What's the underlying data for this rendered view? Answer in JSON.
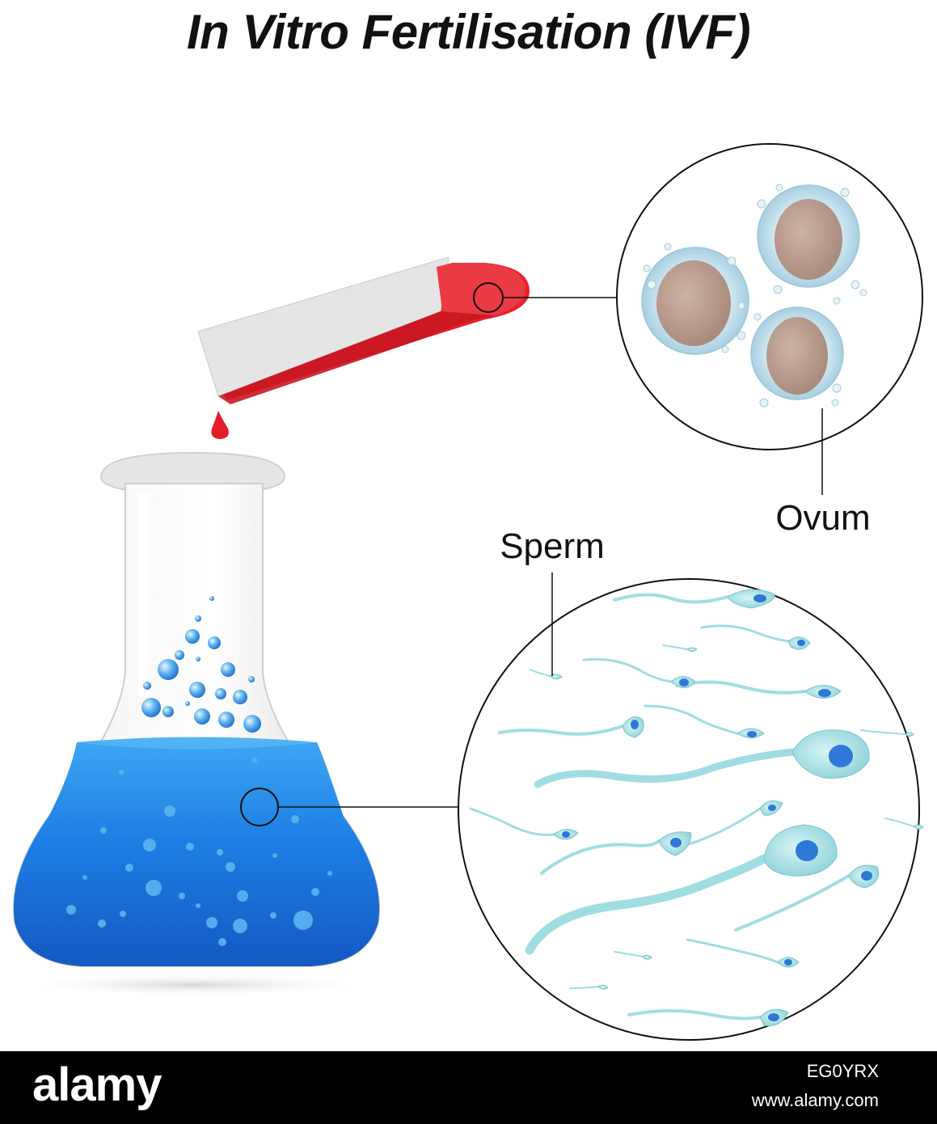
{
  "title": "In Vitro Fertilisation (IVF)",
  "labels": {
    "ovum": "Ovum",
    "sperm": "Sperm"
  },
  "footer": {
    "brand": "alamy",
    "image_id": "EG0YRX",
    "domain": "www.alamy.com"
  },
  "colors": {
    "liquid": "#1f7fe0",
    "tube_red": "#e8202c",
    "cell_halo": "#cfe7f2",
    "cell_nucleus": "#b79b8e",
    "sperm": "#a9e3e6",
    "sperm_nucleus": "#2e78d8"
  }
}
